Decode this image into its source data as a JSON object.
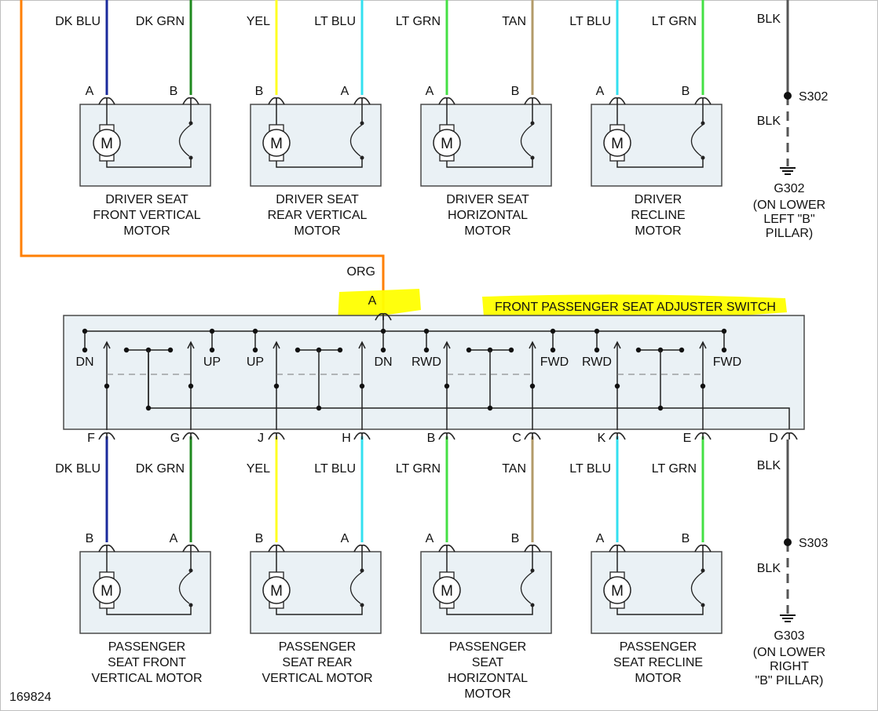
{
  "top_wires": [
    {
      "label": "DK BLU",
      "color": "#1a2a9c"
    },
    {
      "label": "DK GRN",
      "color": "#1f8a1f"
    },
    {
      "label": "YEL",
      "color": "#ffff22"
    },
    {
      "label": "LT BLU",
      "color": "#33e0f0"
    },
    {
      "label": "LT GRN",
      "color": "#44e044"
    },
    {
      "label": "TAN",
      "color": "#b39b6a"
    },
    {
      "label": "LT BLU",
      "color": "#33e0f0"
    },
    {
      "label": "LT GRN",
      "color": "#44e044"
    }
  ],
  "bottom_wires": [
    {
      "label": "DK BLU",
      "color": "#1a2a9c"
    },
    {
      "label": "DK GRN",
      "color": "#1f8a1f"
    },
    {
      "label": "YEL",
      "color": "#ffff22"
    },
    {
      "label": "LT BLU",
      "color": "#33e0f0"
    },
    {
      "label": "LT GRN",
      "color": "#44e044"
    },
    {
      "label": "TAN",
      "color": "#b39b6a"
    },
    {
      "label": "LT BLU",
      "color": "#33e0f0"
    },
    {
      "label": "LT GRN",
      "color": "#44e044"
    }
  ],
  "top_motors": [
    {
      "pins": [
        "A",
        "B"
      ],
      "title": [
        "DRIVER SEAT",
        "FRONT VERTICAL",
        "MOTOR"
      ]
    },
    {
      "pins": [
        "B",
        "A"
      ],
      "title": [
        "DRIVER SEAT",
        "REAR VERTICAL",
        "MOTOR"
      ]
    },
    {
      "pins": [
        "A",
        "B"
      ],
      "title": [
        "DRIVER SEAT",
        "HORIZONTAL",
        "MOTOR"
      ]
    },
    {
      "pins": [
        "A",
        "B"
      ],
      "title": [
        "DRIVER",
        "RECLINE",
        "MOTOR"
      ]
    }
  ],
  "bottom_motors": [
    {
      "pins": [
        "B",
        "A"
      ],
      "title": [
        "PASSENGER",
        "SEAT FRONT",
        "VERTICAL MOTOR"
      ]
    },
    {
      "pins": [
        "B",
        "A"
      ],
      "title": [
        "PASSENGER",
        "SEAT REAR",
        "VERTICAL MOTOR"
      ]
    },
    {
      "pins": [
        "A",
        "B"
      ],
      "title": [
        "PASSENGER",
        "SEAT",
        "HORIZONTAL",
        "MOTOR"
      ]
    },
    {
      "pins": [
        "A",
        "B"
      ],
      "title": [
        "PASSENGER",
        "SEAT RECLINE",
        "MOTOR"
      ]
    }
  ],
  "motor_symbol": "M",
  "switch": {
    "title": "FRONT PASSENGER SEAT ADJUSTER SWITCH",
    "input_pin": "A",
    "input_wire": {
      "label": "ORG",
      "color": "#ff7f00"
    },
    "highlight_color": "#ffff00",
    "output_pins": [
      "F",
      "G",
      "J",
      "H",
      "B",
      "C",
      "K",
      "E",
      "D"
    ],
    "positions": [
      "DN",
      "UP",
      "UP",
      "DN",
      "RWD",
      "FWD",
      "RWD",
      "FWD"
    ]
  },
  "ground_top": {
    "wire": "BLK",
    "splice": "S302",
    "ground": "G302",
    "location": [
      "(ON LOWER",
      "LEFT \"B\"",
      "PILLAR)"
    ]
  },
  "ground_bottom": {
    "wire": "BLK",
    "splice": "S303",
    "ground": "G303",
    "location": [
      "(ON LOWER",
      "RIGHT",
      "\"B\" PILLAR)"
    ]
  },
  "ground_wire_color": "#555555",
  "figure_id": "169824"
}
